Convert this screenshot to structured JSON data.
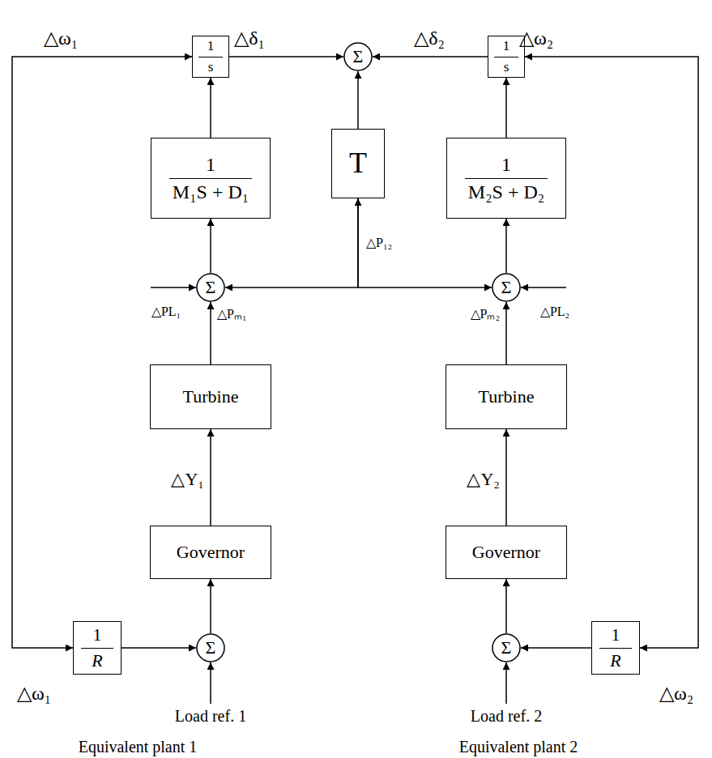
{
  "diagram": {
    "nodes": [
      {
        "text": [
          "1",
          "s"
        ]
      },
      {
        "text": [
          "Σ"
        ]
      },
      {
        "text": [
          "1",
          "s"
        ]
      },
      {
        "text": [
          "1",
          "M₁S + D₁"
        ]
      },
      {
        "text": [
          "T"
        ]
      },
      {
        "text": [
          "1",
          "M₂S + D₂"
        ]
      },
      {
        "text": [
          "Σ"
        ]
      },
      {
        "text": [
          "Σ"
        ]
      },
      {
        "text": [
          "Turbine"
        ]
      },
      {
        "text": [
          "Turbine"
        ]
      },
      {
        "text": [
          "Governor"
        ]
      },
      {
        "text": [
          "Governor"
        ]
      },
      {
        "text": [
          "1",
          "R"
        ]
      },
      {
        "text": [
          "Σ"
        ]
      },
      {
        "text": [
          "Σ"
        ]
      },
      {
        "text": [
          "1",
          "R"
        ]
      }
    ],
    "edges": [
      {
        "from": 3,
        "to": 0,
        "arrow": "to"
      },
      {
        "from": 0,
        "to": 12,
        "arrow": "both"
      },
      {
        "from": 0,
        "to": 1,
        "arrow": "to"
      },
      {
        "from": 2,
        "to": 1,
        "arrow": "to"
      },
      {
        "from": 5,
        "to": 2,
        "arrow": "to"
      },
      {
        "from": 2,
        "to": 15,
        "arrow": "both"
      },
      {
        "from": 4,
        "to": 1,
        "arrow": "to"
      },
      {
        "from": 4,
        "to": 6,
        "arrow": "to"
      },
      {
        "from": 4,
        "to": 7,
        "arrow": "to"
      },
      {
        "from": 6,
        "to": 3,
        "arrow": "to"
      },
      {
        "from": 7,
        "to": 5,
        "arrow": "to"
      },
      {
        "from": 8,
        "to": 6,
        "arrow": "to"
      },
      {
        "from": 9,
        "to": 7,
        "arrow": "to"
      },
      {
        "from": 10,
        "to": 8,
        "arrow": "to"
      },
      {
        "from": 11,
        "to": 9,
        "arrow": "to"
      },
      {
        "from": 13,
        "to": 10,
        "arrow": "to"
      },
      {
        "from": 14,
        "to": 11,
        "arrow": "to"
      },
      {
        "from": 12,
        "to": 13,
        "arrow": "to"
      },
      {
        "from": 15,
        "to": 14,
        "arrow": "to"
      }
    ],
    "labels": [
      "△ω₁",
      "△δ₁",
      "△δ₂",
      "△ω₂",
      "△P₁₂",
      "△PL₁",
      "△Pₘ₁",
      "△Pₘ₂",
      "△PL₂",
      "△Y₁",
      "△Y₂",
      "△ω₁",
      "△ω₂",
      "Load ref. 1",
      "Load ref. 2",
      "Equivalent plant 1",
      "Equivalent plant 2"
    ]
  }
}
